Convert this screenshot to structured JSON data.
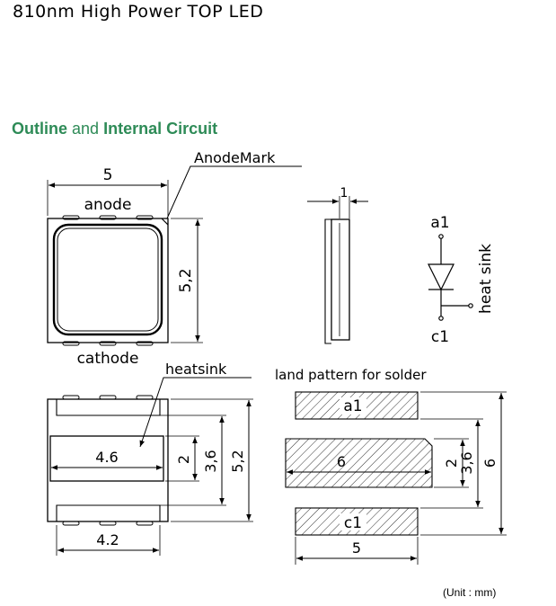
{
  "title": "810nm High Power TOP LED",
  "section_heading": {
    "part1": "Outline",
    "part2": "and",
    "part3": "Internal Circuit"
  },
  "top_view": {
    "anode_mark": "AnodeMark",
    "anode": "anode",
    "cathode": "cathode",
    "width_dim": "5",
    "height_dim": "5,2"
  },
  "side_view": {
    "thickness_dim": "1"
  },
  "circuit": {
    "anode_pin": "a1",
    "cathode_pin": "c1",
    "heat_sink": "heat sink"
  },
  "bottom_view": {
    "heatsink_label": "heatsink",
    "heatsink_width": "4.6",
    "pad_width": "4.2",
    "dim_2": "2",
    "dim_3_6": "3,6",
    "dim_5_2": "5,2"
  },
  "land_pattern": {
    "title": "land pattern for solder",
    "pad_a": "a1",
    "pad_center": "6",
    "pad_c": "c1",
    "width_dim": "5",
    "dim_2": "2",
    "dim_3_6": "3,6",
    "dim_6": "6"
  },
  "unit_note": "(Unit : mm)"
}
